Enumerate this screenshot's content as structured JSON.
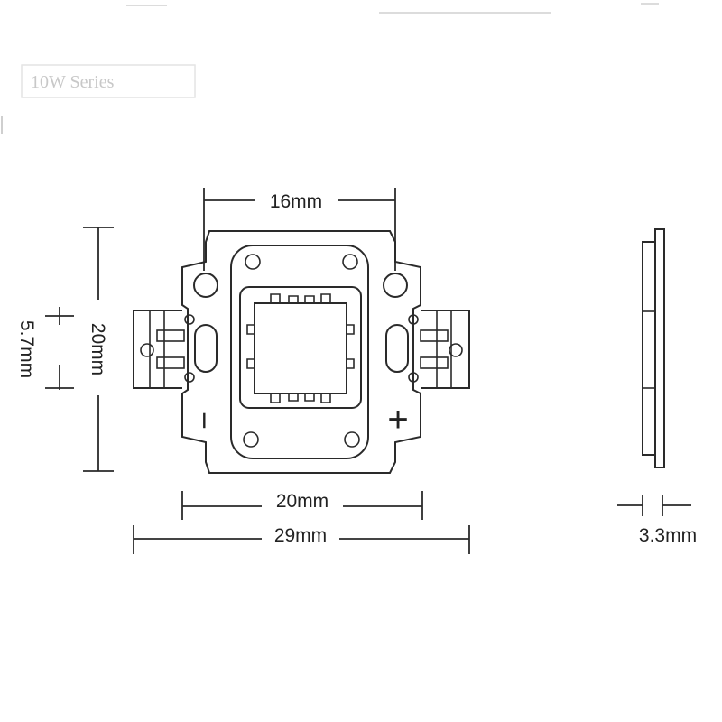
{
  "diagram": {
    "faint_label": "10W Series",
    "dimensions": {
      "top_hole_spacing": "16mm",
      "body_height": "20mm",
      "terminal_height": "5.7mm",
      "body_width": "20mm",
      "overall_width": "29mm",
      "thickness": "3.3mm"
    },
    "polarity": {
      "negative": "−",
      "positive": "+"
    }
  }
}
